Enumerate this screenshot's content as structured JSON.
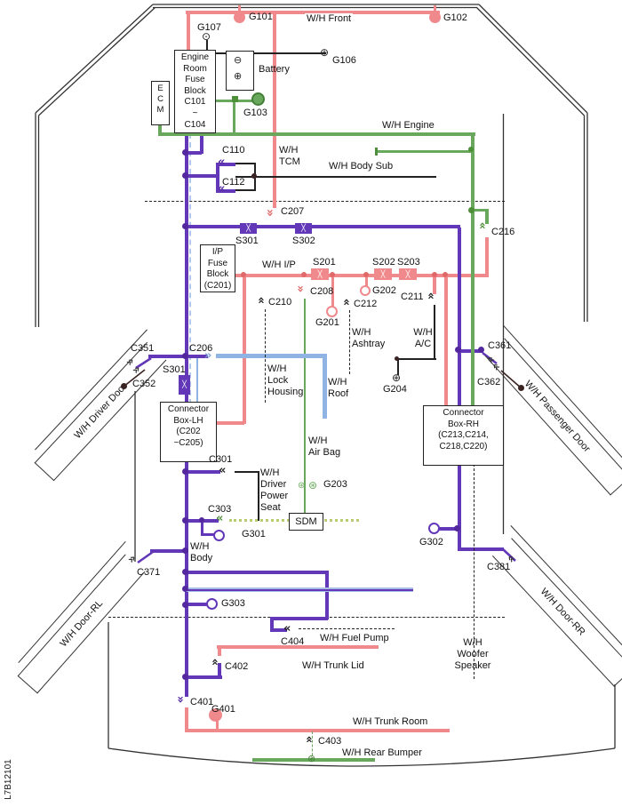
{
  "diagram": {
    "code": "L7B12101",
    "colors": {
      "pink": "#F0898C",
      "purple": "#6238B8",
      "green": "#69A85C",
      "light_blue": "#8FB4E4",
      "olive": "#B9CC6E",
      "black": "#222222"
    },
    "icons": {
      "chevron": "«",
      "cross": "╳",
      "circled_plus": "⊕",
      "circled_minus": "⊖",
      "circle_dot": "⊙",
      "circled_asterisk": "⊛"
    },
    "boxes": {
      "ecm": "E\nC\nM",
      "engine_room_fuse_block": "Engine\nRoom\nFuse\nBlock\nC101\n~\nC104",
      "battery": "Battery",
      "ip_fuse_block": "I/P\nFuse\nBlock\n(C201)",
      "connector_box_lh": "Connector\nBox-LH\n(C202\n~C205)",
      "connector_box_rh": "Connector\nBox-RH\n(C213,C214,\nC218,C220)",
      "sdm": "SDM"
    },
    "harnesses": {
      "wh_front": "W/H Front",
      "wh_engine": "W/H Engine",
      "wh_tcm": "W/H\nTCM",
      "wh_body_sub": "W/H Body Sub",
      "wh_ip": "W/H I/P",
      "wh_lock_housing": "W/H\nLock\nHousing",
      "wh_roof": "W/H\nRoof",
      "wh_ashtray": "W/H\nAshtray",
      "wh_ac": "W/H\nA/C",
      "wh_air_bag": "W/H\nAir Bag",
      "wh_driver_door": "W/H Driver Door",
      "wh_passenger_door": "W/H Passenger Door",
      "wh_driver_power_seat": "W/H\nDriver\nPower\nSeat",
      "wh_body": "W/H\nBody",
      "wh_door_rl": "W/H Door-RL",
      "wh_door_rr": "W/H Door-RR",
      "wh_fuel_pump": "W/H Fuel Pump",
      "wh_trunk_lid": "W/H Trunk Lid",
      "wh_trunk_room": "W/H Trunk Room",
      "wh_rear_bumper": "W/H Rear Bumper",
      "wh_woofer_speaker": "W/H\nWoofer\nSpeaker"
    },
    "grounds": {
      "g101": "G101",
      "g102": "G102",
      "g103": "G103",
      "g106": "G106",
      "g107": "G107",
      "g201": "G201",
      "g202": "G202",
      "g203": "G203",
      "g204": "G204",
      "g301": "G301",
      "g302": "G302",
      "g303": "G303",
      "g401": "G401"
    },
    "connectors": {
      "c110": "C110",
      "c112": "C112",
      "c206": "C206",
      "c207": "C207",
      "c208": "C208",
      "c210": "C210",
      "c211": "C211",
      "c212": "C212",
      "c216": "C216",
      "c301": "C301",
      "c303": "C303",
      "c351": "C351",
      "c352": "C352",
      "c361": "C361",
      "c362": "C362",
      "c371": "C371",
      "c381": "C381",
      "c401": "C401",
      "c402": "C402",
      "c403": "C403",
      "c404": "C404"
    },
    "splices": {
      "s201": "S201",
      "s202": "S202",
      "s203": "S203",
      "s301": "S301",
      "s302": "S302"
    }
  }
}
